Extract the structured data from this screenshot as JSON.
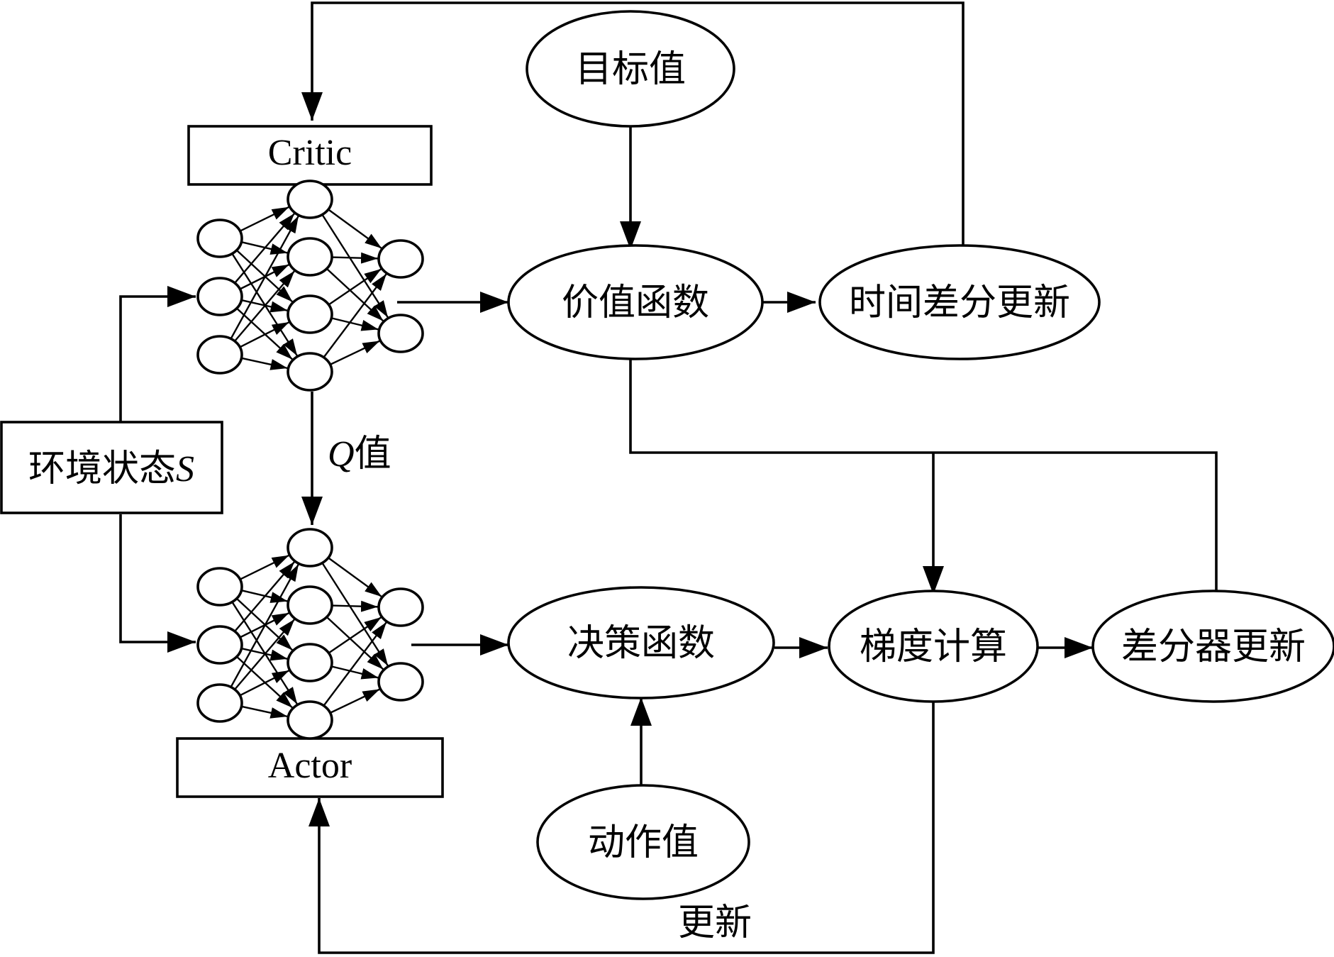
{
  "labels": {
    "critic": "Critic",
    "actor": "Actor",
    "env_state": "环境状态",
    "env_state_var": "S",
    "q_var": "Q",
    "q_value": "值",
    "target_value": "目标值",
    "value_function": "价值函数",
    "td_update": "时间差分更新",
    "policy_function": "决策函数",
    "gradient_calc": "梯度计算",
    "diff_update": "差分器更新",
    "action_value": "动作值",
    "update": "更新"
  }
}
